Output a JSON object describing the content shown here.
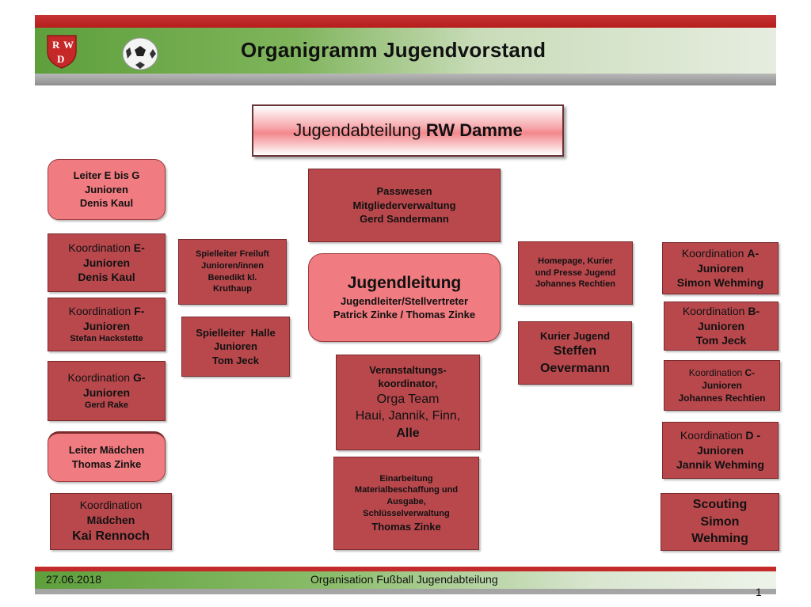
{
  "header": {
    "title": "Organigramm Jugendvorstand",
    "crest_letters": "RWD"
  },
  "banner": {
    "prefix": "Jugendabteilung ",
    "name": "RW Damme"
  },
  "left": {
    "leiter_eg": {
      "l1": "Leiter E bis G",
      "l2": "Junioren",
      "l3": "Denis Kaul"
    },
    "koord_e": {
      "pre": "Koordination ",
      "letter": "E-",
      "l2": "Junioren",
      "l3": "Denis Kaul"
    },
    "koord_f": {
      "pre": "Koordination ",
      "letter": "F-",
      "l2": "Junioren",
      "l3": "Stefan Hackstette"
    },
    "koord_g": {
      "pre": "Koordination ",
      "letter": "G-",
      "l2": "Junioren",
      "l3": "Gerd Rake"
    },
    "leiter_maedchen": {
      "l1": "Leiter Mädchen",
      "l2": "Thomas Zinke"
    },
    "koord_maedchen": {
      "l1": "Koordination",
      "l2": "Mädchen",
      "l3": "Kai Rennoch"
    }
  },
  "leftmid": {
    "freiluft": {
      "l1": "Spielleiter Freiluft",
      "l2": "Junioren/innen",
      "l3": "Benedikt kl.",
      "l4": "Kruthaup"
    },
    "halle": {
      "l1": "Spielleiter  Halle",
      "l2": "Junioren",
      "l3": "Tom Jeck"
    }
  },
  "center": {
    "passwesen": {
      "l1": "Passwesen",
      "l2": "Mitgliederverwaltung",
      "l3": "Gerd Sandermann"
    },
    "jugendleitung": {
      "title": "Jugendleitung",
      "l2": "Jugendleiter/Stellvertreter",
      "l3": "Patrick Zinke / Thomas Zinke"
    },
    "veranstaltung": {
      "l1": "Veranstaltungs-",
      "l2": "koordinator,",
      "l3": "Orga Team",
      "l4": "Haui, Jannik, Finn,",
      "l5": "Alle"
    },
    "material": {
      "l1": "Einarbeitung",
      "l2": "Materialbeschaffung und",
      "l3": "Ausgabe,",
      "l4": "Schlüsselverwaltung",
      "l5": "Thomas Zinke"
    }
  },
  "rightmid": {
    "homepage": {
      "l1": "Homepage, Kurier",
      "l2": "und Presse Jugend",
      "l3": "Johannes Rechtien"
    },
    "kurier": {
      "l1": "Kurier Jugend",
      "l2": "Steffen",
      "l3": "Oevermann"
    }
  },
  "right": {
    "koord_a": {
      "pre": "Koordination ",
      "letter": "A-",
      "l2": "Junioren",
      "l3": "Simon Wehming"
    },
    "koord_b": {
      "pre": "Koordination ",
      "letter": "B-",
      "l2": "Junioren",
      "l3": "Tom Jeck"
    },
    "koord_c": {
      "pre": "Koordination ",
      "letter": "C-",
      "l2": "Junioren",
      "l3": "Johannes Rechtien"
    },
    "koord_d": {
      "pre": "Koordination ",
      "letter": "D -",
      "l2": "Junioren",
      "l3": "Jannik Wehming"
    },
    "scouting": {
      "l1": "Scouting",
      "l2": "Simon",
      "l3": "Wehming"
    }
  },
  "footer": {
    "date": "27.06.2018",
    "text": "Organisation Fußball Jugendabteilung",
    "page": "1"
  },
  "colors": {
    "dark_box": "#b9484d",
    "pink_box": "#f07b80",
    "header_red": "#c73232",
    "header_green": "#5e9f3c"
  }
}
